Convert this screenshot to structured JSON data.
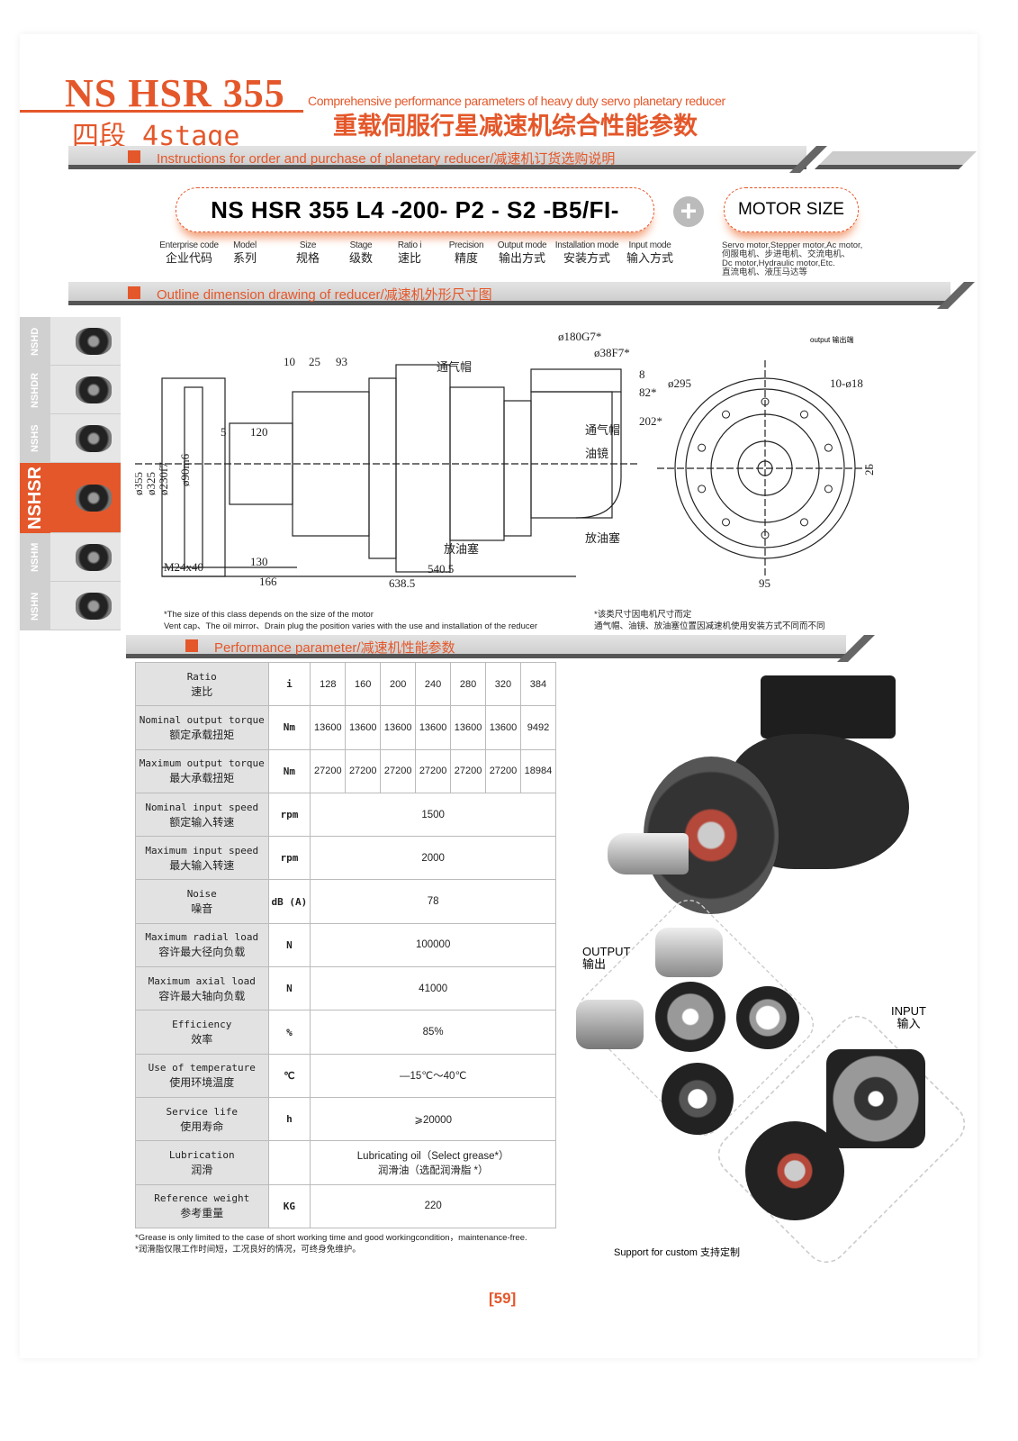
{
  "header": {
    "title": "NS HSR 355",
    "stage": "四段 4stage",
    "subtitle_en": "Comprehensive performance parameters of heavy duty servo planetary reducer",
    "subtitle_cn": "重载伺服行星减速机综合性能参数"
  },
  "sections": {
    "order": "Instructions for order and purchase of planetary reducer/减速机订货选购说明",
    "outline": "Outline dimension drawing of reducer/减速机外形尺寸图",
    "performance": "Performance parameter/减速机性能参数"
  },
  "order_code": {
    "code": "NS HSR  355  L4 -200- P2 - S2 -B5/FI-",
    "plus": "+",
    "motor": "MOTOR SIZE",
    "labels": [
      {
        "en": "Enterprise code",
        "cn": "企业代码"
      },
      {
        "en": "Model",
        "cn": "系列"
      },
      {
        "en": "Size",
        "cn": "规格"
      },
      {
        "en": "Stage",
        "cn": "级数"
      },
      {
        "en": "Ratio i",
        "cn": "速比"
      },
      {
        "en": "Precision",
        "cn": "精度"
      },
      {
        "en": "Output mode",
        "cn": "输出方式"
      },
      {
        "en": "Installation mode",
        "cn": "安装方式"
      },
      {
        "en": "Input mode",
        "cn": "输入方式"
      }
    ],
    "motor_desc": [
      "Servo motor,Stepper motor,Ac motor,",
      "伺服电机、步进电机、交流电机、",
      "Dc motor,Hydraulic motor,Etc.",
      "直流电机、液压马达等"
    ]
  },
  "sidebar": {
    "tabs": [
      "NSHD",
      "NSHDR",
      "NSHS",
      "NSHSR",
      "NSHM",
      "NSHN"
    ],
    "active": "NSHSR"
  },
  "drawing": {
    "dims": {
      "d10": "10",
      "d25": "25",
      "d93": "93",
      "vent": "通气帽",
      "d180": "ø180G7*",
      "d38": "ø38F7*",
      "d8": "8",
      "d82": "82*",
      "d202": "202*",
      "vent2": "通气帽",
      "oil": "油镜",
      "drain": "放油塞",
      "drain2": "放油塞",
      "d5": "5",
      "d120": "120",
      "d355": "ø355",
      "d325": "ø325",
      "d230": "ø230f7",
      "d90": "ø90m6",
      "m24": "M24x40",
      "d130": "130",
      "d166": "166",
      "d5405": "540.5",
      "d6385": "638.5",
      "output": "output 输出端",
      "d295": "ø295",
      "holes": "10-ø18",
      "d25b": "25",
      "d95": "95"
    },
    "notes_en": [
      "*The size of this class depends on the size of the motor",
      "Vent cap、The oil mirror、Drain plug the position varies with the use and installation of the reducer"
    ],
    "notes_cn": [
      "*该类尺寸因电机尺寸而定",
      "通气帽、油镜、放油塞位置因减速机使用安装方式不同而不同"
    ]
  },
  "performance": {
    "rows": [
      {
        "en": "Ratio",
        "cn": "速比",
        "unit": "i",
        "values": [
          "128",
          "160",
          "200",
          "240",
          "280",
          "320",
          "384"
        ]
      },
      {
        "en": "Nominal output torque",
        "cn": "额定承载扭矩",
        "unit": "Nm",
        "values": [
          "13600",
          "13600",
          "13600",
          "13600",
          "13600",
          "13600",
          "9492"
        ]
      },
      {
        "en": "Maximum output torque",
        "cn": "最大承载扭矩",
        "unit": "Nm",
        "values": [
          "27200",
          "27200",
          "27200",
          "27200",
          "27200",
          "27200",
          "18984"
        ]
      },
      {
        "en": "Nominal input speed",
        "cn": "额定输入转速",
        "unit": "rpm",
        "value": "1500"
      },
      {
        "en": "Maximum input speed",
        "cn": "最大输入转速",
        "unit": "rpm",
        "value": "2000"
      },
      {
        "en": "Noise",
        "cn": "噪音",
        "unit": "dB (A)",
        "value": "78"
      },
      {
        "en": "Maximum radial load",
        "cn": "容许最大径向负载",
        "unit": "N",
        "value": "100000"
      },
      {
        "en": "Maximum axial load",
        "cn": "容许最大轴向负载",
        "unit": "N",
        "value": "41000"
      },
      {
        "en": "Efficiency",
        "cn": "效率",
        "unit": "%",
        "value": "85%"
      },
      {
        "en": "Use of temperature",
        "cn": "使用环境温度",
        "unit": "℃",
        "value": "—15℃～40℃"
      },
      {
        "en": "Service life",
        "cn": "使用寿命",
        "unit": "h",
        "value": "⩾20000"
      },
      {
        "en": "Lubrication",
        "cn": "润滑",
        "unit": "",
        "value": "Lubricating oil（Select grease*）",
        "value2": "润滑油（选配润滑脂 *）"
      },
      {
        "en": "Reference weight",
        "cn": "参考重量",
        "unit": "KG",
        "value": "220"
      }
    ],
    "notes": [
      "*Grease is only limited to the case of short working time and good workingcondition，maintenance-free.",
      "*润滑脂仅限工作时间短，工况良好的情况，可终身免维护。"
    ]
  },
  "images": {
    "output_en": "OUTPUT",
    "output_cn": "输出",
    "input_en": "INPUT",
    "input_cn": "输入",
    "custom": "Support for custom 支持定制"
  },
  "footer": {
    "page": "[59]"
  },
  "colors": {
    "accent": "#e4572a",
    "band": "#d6d6d6"
  }
}
